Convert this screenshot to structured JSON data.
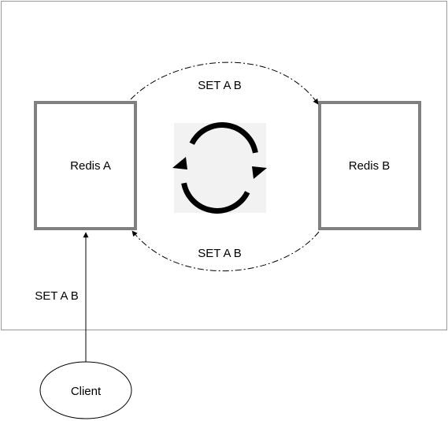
{
  "diagram": {
    "nodes": {
      "redis_a": {
        "label": "Redis A"
      },
      "redis_b": {
        "label": "Redis B"
      },
      "client": {
        "label": "Client"
      }
    },
    "edges": {
      "a_to_b": {
        "label": "SET A B"
      },
      "b_to_a": {
        "label": "SET A B"
      },
      "client_to_a": {
        "label": "SET A B"
      }
    },
    "icons": {
      "sync": "sync-icon"
    },
    "colors": {
      "node_border": "#808080",
      "container_border": "#999999",
      "sync_bg": "#f2f2f2",
      "line": "#000000"
    }
  }
}
